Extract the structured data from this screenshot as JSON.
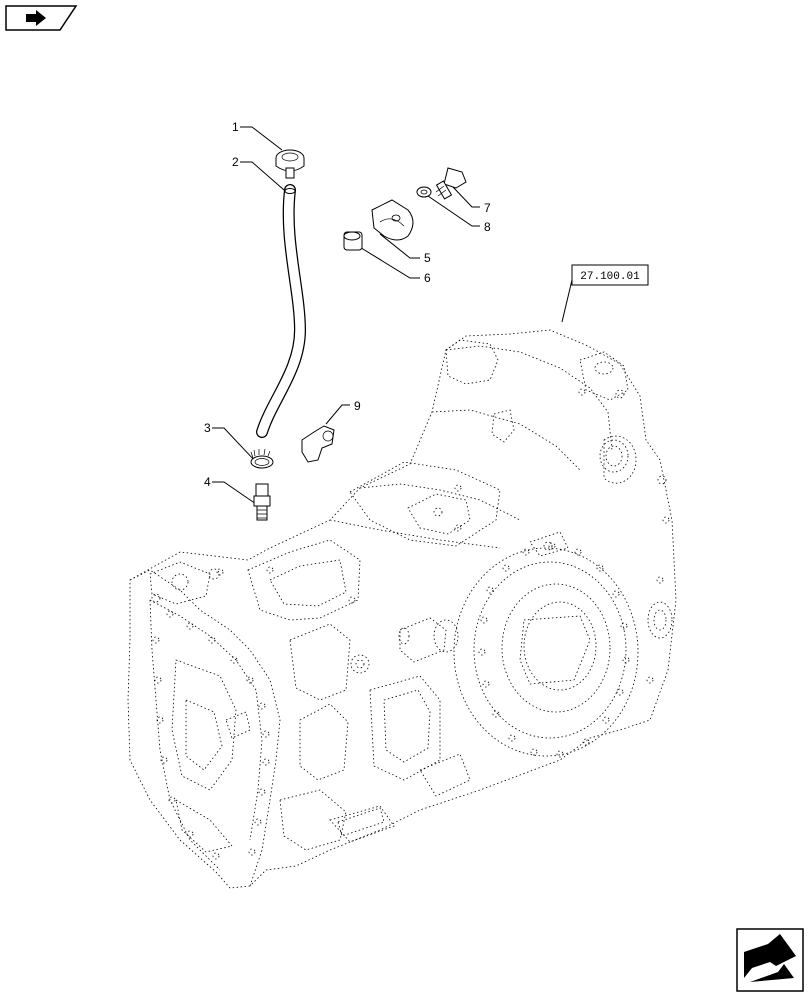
{
  "reference_box": {
    "label": "27.100.01"
  },
  "callouts": [
    {
      "number": "1"
    },
    {
      "number": "2"
    },
    {
      "number": "3"
    },
    {
      "number": "4"
    },
    {
      "number": "5"
    },
    {
      "number": "6"
    },
    {
      "number": "7"
    },
    {
      "number": "8"
    },
    {
      "number": "9"
    }
  ],
  "icons": {
    "top_left": "back-arrow-icon",
    "bottom_right": "forward-arrow-icon"
  }
}
